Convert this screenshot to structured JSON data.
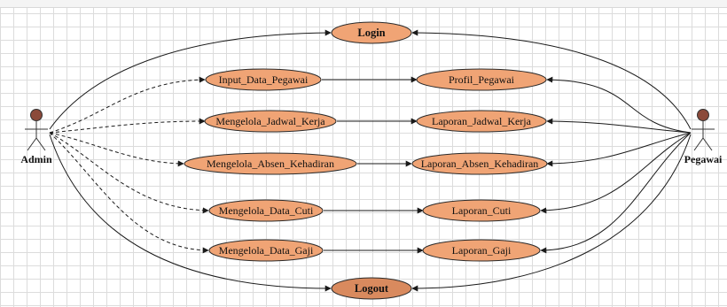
{
  "actors": {
    "admin": {
      "label": "Admin"
    },
    "pegawai": {
      "label": "Pegawai"
    }
  },
  "use_cases": {
    "login": "Login",
    "logout": "Logout",
    "admin_side": [
      "Input_Data_Pegawai",
      "Mengelola_Jadwal_Kerja",
      "Mengelola_Absen_Kehadiran",
      "Mengelola_Data_Cuti",
      "Mengelola_Data_Gaji"
    ],
    "pegawai_side": [
      "Profil_Pegawai",
      "Laporan_Jadwal_Kerja",
      "Laporan_Absen_Kehadiran",
      "Laporan_Cuti",
      "Laporan_Gaji"
    ]
  },
  "colors": {
    "use_case_fill": "#f0a475",
    "logout_fill": "#d98a5e",
    "actor_head": "#8b4a3a",
    "stroke": "#2a2a2a"
  }
}
